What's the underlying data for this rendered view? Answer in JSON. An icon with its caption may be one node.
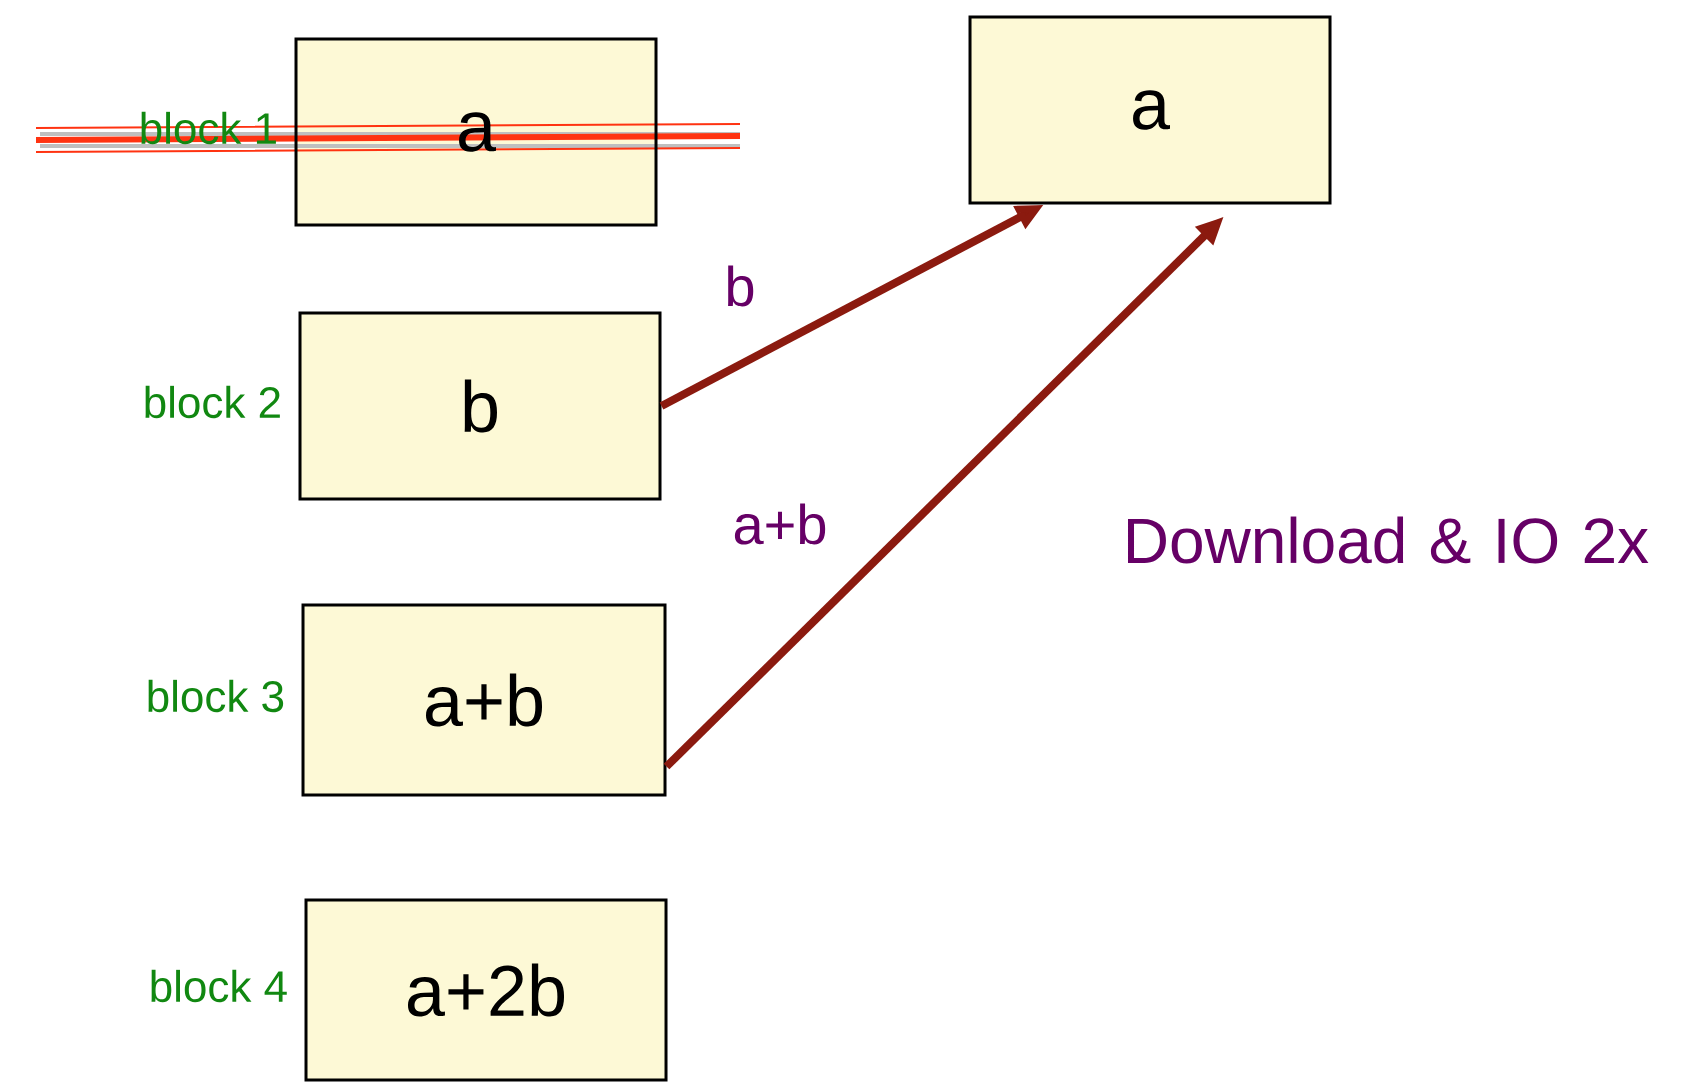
{
  "diagram": {
    "nodes": [
      {
        "text": [
          "a"
        ],
        "beside": [
          "block 1"
        ]
      },
      {
        "text": [
          "b"
        ],
        "beside": [
          "block 2"
        ]
      },
      {
        "text": [
          "a+b"
        ],
        "beside": [
          "block 3"
        ]
      },
      {
        "text": [
          "a+2b"
        ],
        "beside": [
          "block 4"
        ]
      },
      {
        "text": [
          "a"
        ]
      }
    ],
    "edges": [
      {
        "from": 1,
        "to": 4,
        "arrow": "to",
        "label": "b"
      },
      {
        "from": 2,
        "to": 4,
        "arrow": "to",
        "label": "a+b"
      }
    ],
    "labels": [
      "Download & IO 2x"
    ]
  }
}
